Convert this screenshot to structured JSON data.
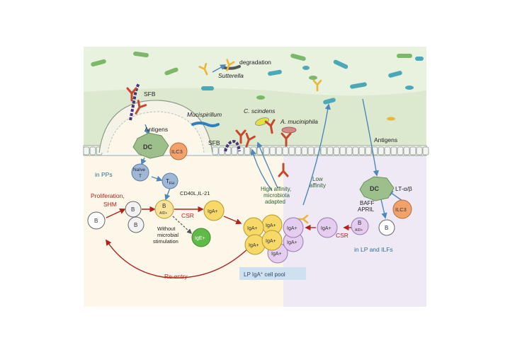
{
  "labels": {
    "degradation": "degradation",
    "sutterella": "Sutterella",
    "sfb_top": "SFB",
    "mucispirillum": "Mucispirillum",
    "c_scindens": "C. scindens",
    "a_muciniphila": "A. muciniphila",
    "sfb_bottom": "SFB",
    "antigens_left": "Antigens",
    "antigens_right": "Antigens",
    "dc_left": "DC",
    "dc_right": "DC",
    "ilc3_left": "ILC3",
    "ilc3_right": "ILC3",
    "in_pps": "in PPs",
    "naive_line1": "Naïve",
    "naive_line2": "T",
    "tfh_main": "T",
    "tfh_sub": "FH",
    "cd40l": "CD40L,IL-21",
    "proliferation": "Proliferation,",
    "shm": "SHM",
    "b_cell": "B",
    "aid": "AID+",
    "csr_left": "CSR",
    "csr_right": "CSR",
    "iga": "IgA+",
    "ige": "IgE+",
    "without_line1": "Without",
    "without_line2": "microbial",
    "without_line3": "stimulation",
    "high_aff_line1": "High affinity,",
    "high_aff_line2": "microbiota",
    "high_aff_line3": "adapted",
    "low_aff_line1": "Low",
    "low_aff_line2": "affinity",
    "lt_ab": "LT-α/β",
    "baff": "BAFF",
    "april": "APRIL",
    "in_lp_ilfs": "in LP and ILFs",
    "reentry": "Re-entry",
    "pool_main": "LP IgA",
    "pool_sup": "+",
    "pool_rest": " cell pool"
  },
  "colors": {
    "lumen": "#e9f1df",
    "pp_region": "#fdf7ea",
    "lp_region": "#efe9f6",
    "pool_box": "#cfe0f1",
    "iga_yellow": "#f7d96a",
    "iga_purple": "#e4cdee",
    "dc_green": "#9cbf8c",
    "ilc3_orange": "#f1a26a",
    "ige_green": "#5fba47",
    "t_blue": "#9fb8d6",
    "arrow_blue": "#4e87b8",
    "arrow_red": "#b3221c",
    "bacteria_teal": "#4aa8b8",
    "bacteria_green": "#7db86a",
    "antibody_red": "#c8472d",
    "antibody_yellow": "#e9b73a"
  }
}
